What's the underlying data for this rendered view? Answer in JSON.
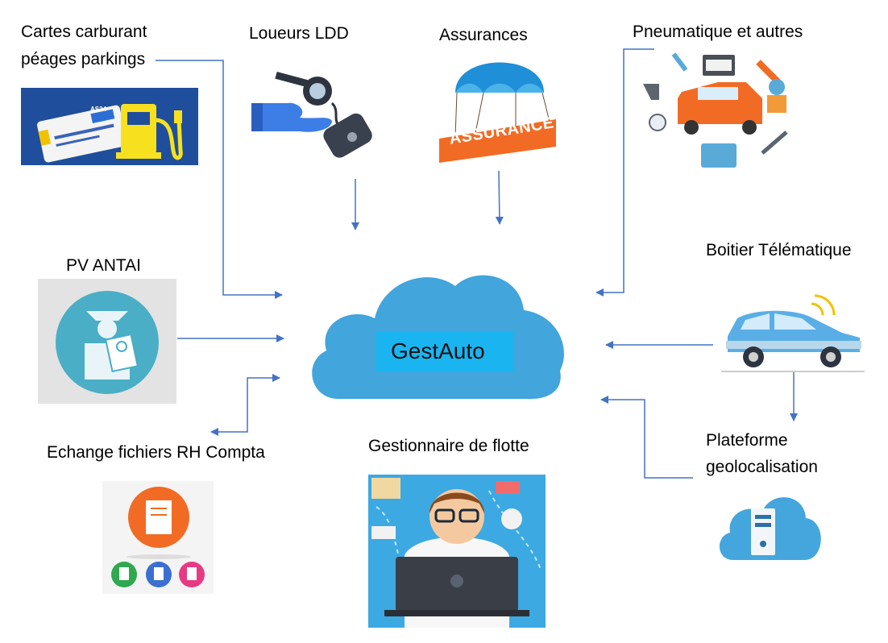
{
  "center": {
    "label": "GestAuto",
    "cloud_color": "#42a5dc",
    "label_box_color": "#1ab5f0"
  },
  "nodes": {
    "cartes": {
      "line1": "Cartes carburant",
      "line2": "péages parkings",
      "card_badge": "AS24"
    },
    "loueurs": {
      "label": "Loueurs LDD"
    },
    "assurances": {
      "label": "Assurances",
      "banner": "ASSURANCE"
    },
    "pneumatique": {
      "label": "Pneumatique et autres"
    },
    "pv": {
      "label": "PV  ANTAI"
    },
    "boitier": {
      "label": "Boitier Télématique"
    },
    "echange": {
      "label": "Echange fichiers RH Compta"
    },
    "gestionnaire": {
      "label": "Gestionnaire de flotte"
    },
    "plateforme": {
      "line1": "Plateforme",
      "line2": "geolocalisation"
    }
  },
  "colors": {
    "arrow": "#4472c4",
    "card_bg": "#1f4e9c",
    "orange": "#f26b24",
    "pv_bg": "#4aaec6"
  }
}
